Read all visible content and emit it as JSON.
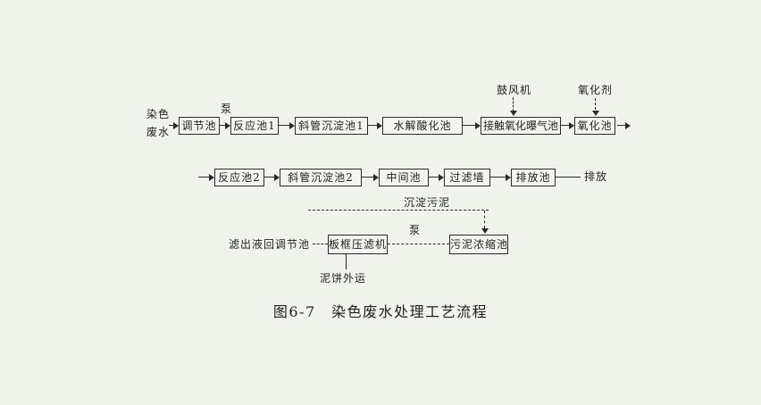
{
  "colors": {
    "background": "#f0f2ec",
    "ink": "#1f1f1f"
  },
  "caption": "图6-7　染色废水处理工艺流程",
  "labels": {
    "influent_line1": "染色",
    "influent_line2": "废水",
    "pump1": "泵",
    "blower": "鼓风机",
    "oxidant": "氧化剂",
    "discharge": "排放",
    "settled_sludge": "沉淀污泥",
    "filtrate_return": "滤出液回调节池",
    "pump2": "泵",
    "sludge_cake": "泥饼外运"
  },
  "row1_boxes": [
    "调节池",
    "反应池1",
    "斜管沉淀池1",
    "水解酸化池",
    "接触氧化曝气池",
    "氧化池"
  ],
  "row2_boxes": [
    "反应池2",
    "斜管沉淀池2",
    "中间池",
    "过滤墙",
    "排放池"
  ],
  "row3_boxes": [
    "板框压滤机",
    "污泥浓缩池"
  ]
}
